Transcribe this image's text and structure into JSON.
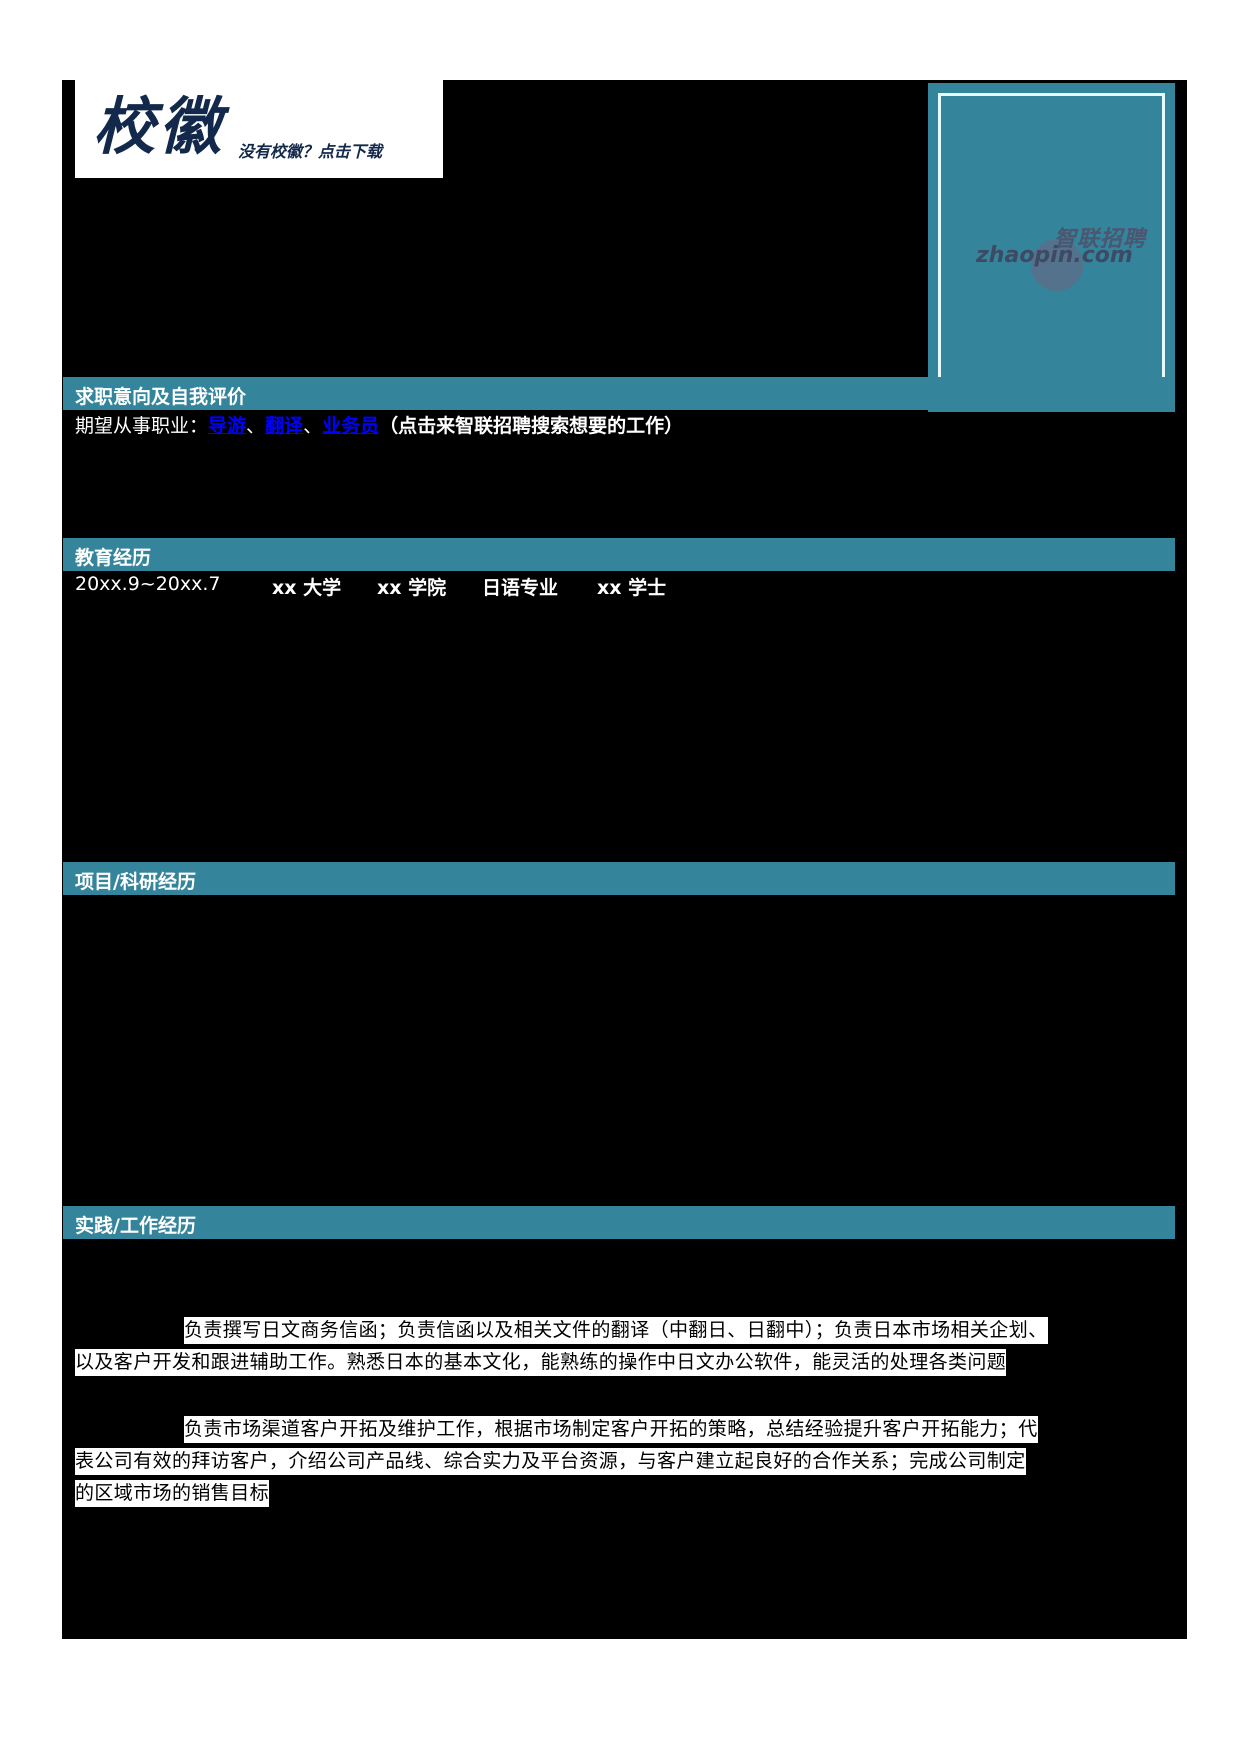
{
  "header": {
    "logo_text": "校徽",
    "logo_link": "没有校徽？点击下载",
    "photo_watermark_cn": "智联招聘",
    "photo_watermark_en": "zhaopin.com"
  },
  "sections": {
    "intent": {
      "title": "求职意向及自我评价",
      "label": "期望从事职业：",
      "jobs": [
        "导游",
        "翻译",
        "业务员"
      ],
      "separator": "、",
      "note": "（点击来智联招聘搜索想要的工作）"
    },
    "education": {
      "title": "教育经历",
      "period": "20xx.9~20xx.7",
      "university": "xx 大学",
      "college": "xx 学院",
      "major": "日语专业",
      "degree": "xx 学士"
    },
    "projects": {
      "title": "项目/科研经历"
    },
    "work": {
      "title": "实践/工作经历",
      "paragraphs": [
        {
          "lines": [
            "负责撰写日文商务信函；负责信函以及相关文件的翻译（中翻日、日翻中）；负责日本市场相关企划、",
            "以及客户开发和跟进辅助工作。熟悉日本的基本文化，能熟练的操作中日文办公软件，能灵活的处理各类问题"
          ]
        },
        {
          "lines": [
            "负责市场渠道客户开拓及维护工作，根据市场制定客户开拓的策略，总结经验提升客户开拓能力；代",
            "表公司有效的拜访客户，介绍公司产品线、综合实力及平台资源，与客户建立起良好的合作关系；完成公司制定",
            "的区域市场的销售目标"
          ]
        }
      ]
    }
  },
  "colors": {
    "page_background": "#000000",
    "section_bar": "#34849b",
    "logo_text": "#13294b",
    "link": "#0000ff"
  }
}
